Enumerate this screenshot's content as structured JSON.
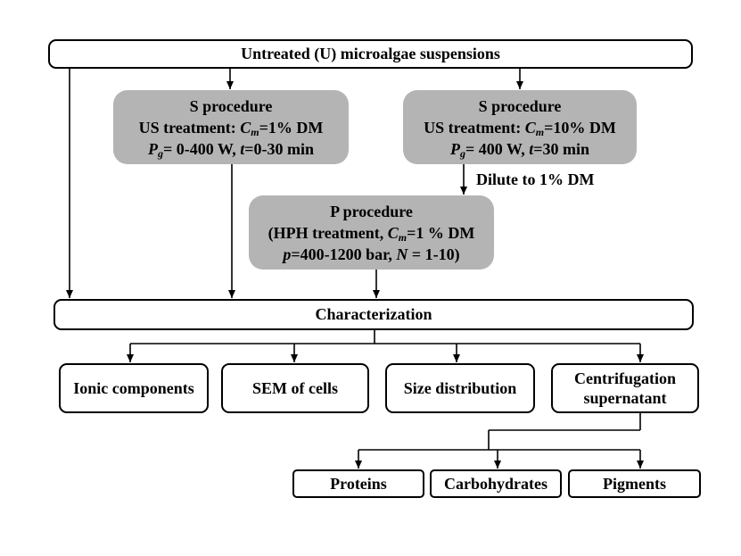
{
  "top_box": "Untreated (U) microalgae suspensions",
  "s_proc_1": {
    "title": "S procedure",
    "l2_prefix": "US treatment: ",
    "l2_var": "C",
    "l2_sub": "m",
    "l2_rest": "=1% DM",
    "l3_var1": "P",
    "l3_sub1": "g",
    "l3_mid": "= 0-400 W, ",
    "l3_var2": "t",
    "l3_rest": "=0-30 min"
  },
  "s_proc_2": {
    "title": "S procedure",
    "l2_prefix": "US treatment: ",
    "l2_var": "C",
    "l2_sub": "m",
    "l2_rest": "=10% DM",
    "l3_var1": "P",
    "l3_sub1": "g",
    "l3_mid": "= 400 W, ",
    "l3_var2": "t",
    "l3_rest": "=30 min"
  },
  "dilute_label": "Dilute to 1% DM",
  "p_proc": {
    "title": "P procedure",
    "l2_prefix": "(HPH treatment, ",
    "l2_var": "C",
    "l2_sub": "m",
    "l2_rest": "=1 % DM",
    "l3_var1": "p",
    "l3_mid": "=400-1200 bar, ",
    "l3_var2": "N",
    "l3_rest": " = 1-10)"
  },
  "characterization": "Characterization",
  "ionic": "Ionic components",
  "sem": "SEM of cells",
  "size": "Size distribution",
  "centrifugation": "Centrifugation supernatant",
  "proteins": "Proteins",
  "carbohydrates": "Carbohydrates",
  "pigments": "Pigments"
}
